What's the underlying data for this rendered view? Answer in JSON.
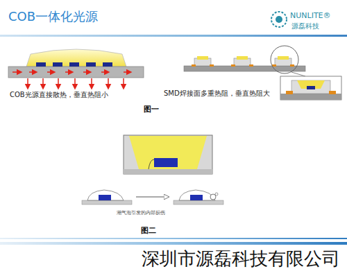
{
  "diagram": {
    "title": "COB一体化光源",
    "labels": [
      "NUNLITE®",
      "源磊科技",
      "COB光源直接散热，垂直热阻小",
      "SMD焊接面多重热阻，垂直热阻大",
      "图一",
      "潮气泡引发的内部损伤",
      "图二",
      "深圳市源磊科技有限公司"
    ]
  }
}
